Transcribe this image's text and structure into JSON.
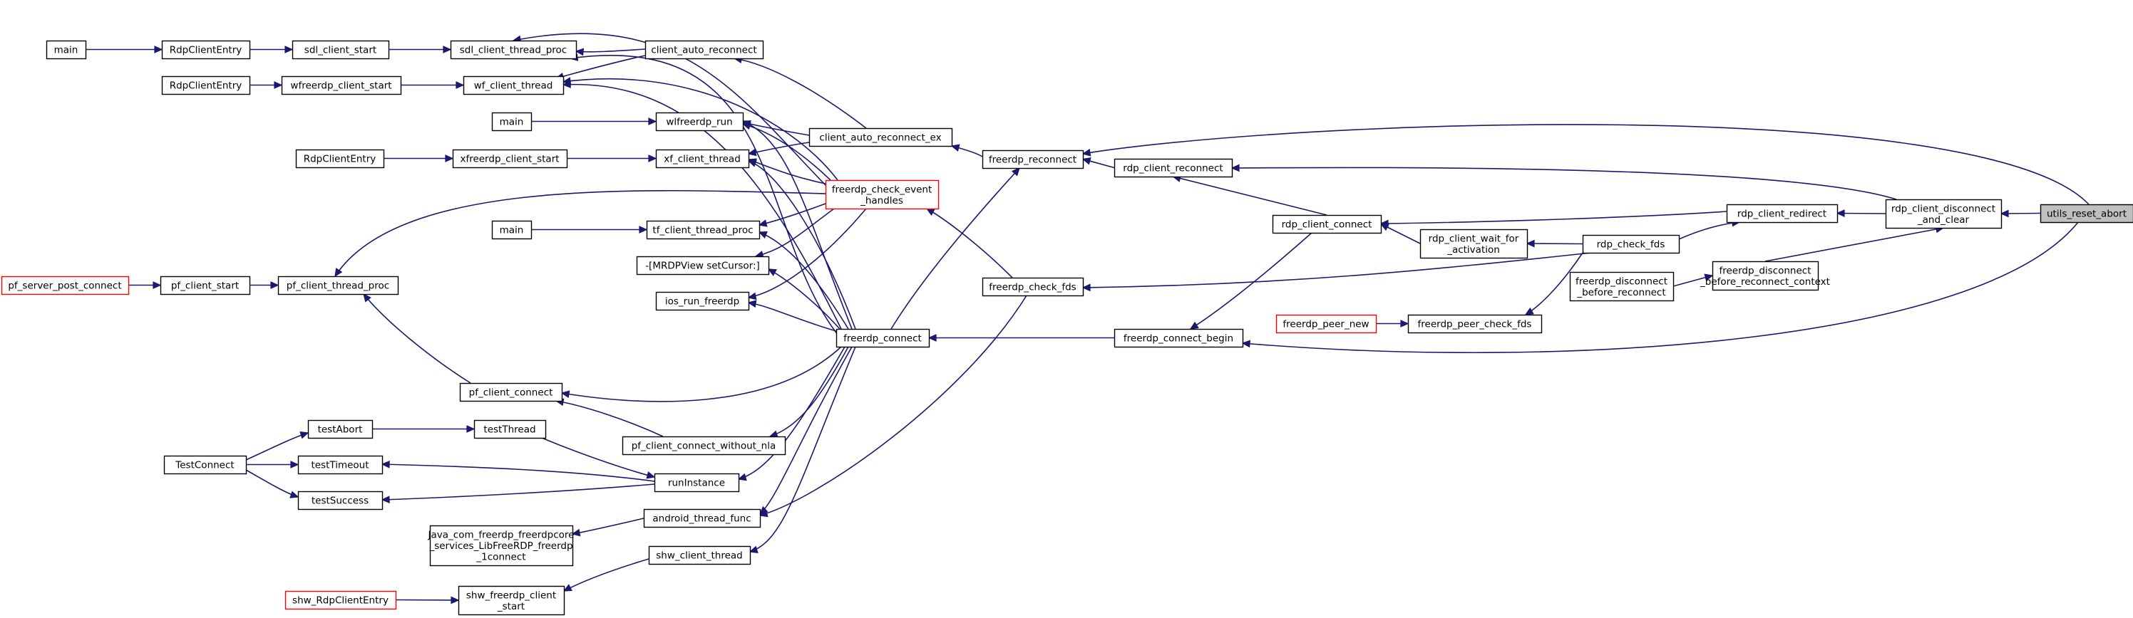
{
  "graph": {
    "nodes": [
      {
        "id": "main1",
        "lines": [
          "main"
        ]
      },
      {
        "id": "RdpClientEntry1",
        "lines": [
          "RdpClientEntry"
        ]
      },
      {
        "id": "sdl_client_start",
        "lines": [
          "sdl_client_start"
        ]
      },
      {
        "id": "sdl_client_thread_proc",
        "lines": [
          "sdl_client_thread_proc"
        ]
      },
      {
        "id": "client_auto_reconnect",
        "lines": [
          "client_auto_reconnect"
        ]
      },
      {
        "id": "RdpClientEntry2",
        "lines": [
          "RdpClientEntry"
        ]
      },
      {
        "id": "wfreerdp_client_start",
        "lines": [
          "wfreerdp_client_start"
        ]
      },
      {
        "id": "wf_client_thread",
        "lines": [
          "wf_client_thread"
        ]
      },
      {
        "id": "main2",
        "lines": [
          "main"
        ]
      },
      {
        "id": "wlfreerdp_run",
        "lines": [
          "wlfreerdp_run"
        ]
      },
      {
        "id": "client_auto_reconnect_ex",
        "lines": [
          "client_auto_reconnect_ex"
        ]
      },
      {
        "id": "RdpClientEntry3",
        "lines": [
          "RdpClientEntry"
        ]
      },
      {
        "id": "xfreerdp_client_start",
        "lines": [
          "xfreerdp_client_start"
        ]
      },
      {
        "id": "xf_client_thread",
        "lines": [
          "xf_client_thread"
        ]
      },
      {
        "id": "freerdp_reconnect",
        "lines": [
          "freerdp_reconnect"
        ]
      },
      {
        "id": "rdp_client_reconnect",
        "lines": [
          "rdp_client_reconnect"
        ]
      },
      {
        "id": "freerdp_check_event_handles",
        "lines": [
          "freerdp_check_event",
          "_handles"
        ],
        "style": "red"
      },
      {
        "id": "main3",
        "lines": [
          "main"
        ]
      },
      {
        "id": "tf_client_thread_proc",
        "lines": [
          "tf_client_thread_proc"
        ]
      },
      {
        "id": "rdp_client_connect",
        "lines": [
          "rdp_client_connect"
        ]
      },
      {
        "id": "rdp_client_redirect",
        "lines": [
          "rdp_client_redirect"
        ]
      },
      {
        "id": "rdp_client_disconnect_and_clear",
        "lines": [
          "rdp_client_disconnect",
          "_and_clear"
        ]
      },
      {
        "id": "utils_reset_abort",
        "lines": [
          "utils_reset_abort"
        ],
        "style": "current"
      },
      {
        "id": "rdp_client_wait_for_activation",
        "lines": [
          "rdp_client_wait_for",
          "_activation"
        ]
      },
      {
        "id": "rdp_check_fds",
        "lines": [
          "rdp_check_fds"
        ]
      },
      {
        "id": "MRDPView_setCursor",
        "lines": [
          "-[MRDPView setCursor:]"
        ]
      },
      {
        "id": "freerdp_disconnect_before_reconnect_context",
        "lines": [
          "freerdp_disconnect",
          "_before_reconnect_context"
        ]
      },
      {
        "id": "pf_server_post_connect",
        "lines": [
          "pf_server_post_connect"
        ],
        "style": "red"
      },
      {
        "id": "pf_client_start",
        "lines": [
          "pf_client_start"
        ]
      },
      {
        "id": "pf_client_thread_proc",
        "lines": [
          "pf_client_thread_proc"
        ]
      },
      {
        "id": "freerdp_check_fds",
        "lines": [
          "freerdp_check_fds"
        ]
      },
      {
        "id": "freerdp_disconnect_before_reconnect",
        "lines": [
          "freerdp_disconnect",
          "_before_reconnect"
        ]
      },
      {
        "id": "ios_run_freerdp",
        "lines": [
          "ios_run_freerdp"
        ]
      },
      {
        "id": "freerdp_peer_new",
        "lines": [
          "freerdp_peer_new"
        ],
        "style": "red"
      },
      {
        "id": "freerdp_peer_check_fds",
        "lines": [
          "freerdp_peer_check_fds"
        ]
      },
      {
        "id": "freerdp_connect",
        "lines": [
          "freerdp_connect"
        ]
      },
      {
        "id": "freerdp_connect_begin",
        "lines": [
          "freerdp_connect_begin"
        ]
      },
      {
        "id": "pf_client_connect",
        "lines": [
          "pf_client_connect"
        ]
      },
      {
        "id": "testAbort",
        "lines": [
          "testAbort"
        ]
      },
      {
        "id": "testThread",
        "lines": [
          "testThread"
        ]
      },
      {
        "id": "pf_client_connect_without_nla",
        "lines": [
          "pf_client_connect_without_nla"
        ]
      },
      {
        "id": "TestConnect",
        "lines": [
          "TestConnect"
        ]
      },
      {
        "id": "testTimeout",
        "lines": [
          "testTimeout"
        ]
      },
      {
        "id": "runInstance",
        "lines": [
          "runInstance"
        ]
      },
      {
        "id": "testSuccess",
        "lines": [
          "testSuccess"
        ]
      },
      {
        "id": "android_thread_func",
        "lines": [
          "android_thread_func"
        ]
      },
      {
        "id": "Java_freerdp_connect",
        "lines": [
          "Java_com_freerdp_freerdpcore",
          "_services_LibFreeRDP_freerdp",
          "_1connect"
        ]
      },
      {
        "id": "shw_client_thread",
        "lines": [
          "shw_client_thread"
        ]
      },
      {
        "id": "shw_RdpClientEntry",
        "lines": [
          "shw_RdpClientEntry"
        ],
        "style": "red"
      },
      {
        "id": "shw_freerdp_client_start",
        "lines": [
          "shw_freerdp_client",
          "_start"
        ]
      }
    ],
    "edges": [
      [
        "main1",
        "RdpClientEntry1"
      ],
      [
        "RdpClientEntry1",
        "sdl_client_start"
      ],
      [
        "sdl_client_start",
        "sdl_client_thread_proc"
      ],
      [
        "client_auto_reconnect",
        "sdl_client_thread_proc"
      ],
      [
        "freerdp_connect",
        "sdl_client_thread_proc"
      ],
      [
        "client_auto_reconnect",
        "wf_client_thread"
      ],
      [
        "RdpClientEntry2",
        "wfreerdp_client_start"
      ],
      [
        "wfreerdp_client_start",
        "wf_client_thread"
      ],
      [
        "freerdp_check_event_handles",
        "sdl_client_thread_proc"
      ],
      [
        "main2",
        "wlfreerdp_run"
      ],
      [
        "client_auto_reconnect_ex",
        "client_auto_reconnect"
      ],
      [
        "client_auto_reconnect_ex",
        "wlfreerdp_run"
      ],
      [
        "client_auto_reconnect_ex",
        "xf_client_thread"
      ],
      [
        "freerdp_reconnect",
        "client_auto_reconnect_ex"
      ],
      [
        "freerdp_check_event_handles",
        "wlfreerdp_run"
      ],
      [
        "freerdp_check_event_handles",
        "wf_client_thread"
      ],
      [
        "freerdp_check_event_handles",
        "xf_client_thread"
      ],
      [
        "freerdp_check_event_handles",
        "tf_client_thread_proc"
      ],
      [
        "freerdp_check_event_handles",
        "MRDPView_setCursor"
      ],
      [
        "freerdp_check_event_handles",
        "ios_run_freerdp"
      ],
      [
        "freerdp_check_event_handles",
        "pf_client_thread_proc"
      ],
      [
        "RdpClientEntry3",
        "xfreerdp_client_start"
      ],
      [
        "xfreerdp_client_start",
        "xf_client_thread"
      ],
      [
        "main3",
        "tf_client_thread_proc"
      ],
      [
        "rdp_client_reconnect",
        "freerdp_reconnect"
      ],
      [
        "freerdp_connect",
        "freerdp_reconnect"
      ],
      [
        "freerdp_check_fds",
        "freerdp_check_event_handles"
      ],
      [
        "rdp_client_connect",
        "rdp_client_reconnect"
      ],
      [
        "rdp_client_redirect",
        "rdp_client_connect"
      ],
      [
        "rdp_client_disconnect_and_clear",
        "rdp_client_redirect"
      ],
      [
        "rdp_client_disconnect_and_clear",
        "rdp_client_reconnect"
      ],
      [
        "utils_reset_abort",
        "rdp_client_disconnect_and_clear"
      ],
      [
        "utils_reset_abort",
        "freerdp_reconnect"
      ],
      [
        "utils_reset_abort",
        "freerdp_connect_begin"
      ],
      [
        "rdp_client_wait_for_activation",
        "rdp_client_connect"
      ],
      [
        "rdp_check_fds",
        "rdp_client_wait_for_activation"
      ],
      [
        "rdp_check_fds",
        "rdp_client_redirect"
      ],
      [
        "rdp_check_fds",
        "freerdp_check_fds"
      ],
      [
        "rdp_check_fds",
        "freerdp_peer_check_fds"
      ],
      [
        "freerdp_disconnect_before_reconnect_context",
        "rdp_client_disconnect_and_clear"
      ],
      [
        "freerdp_disconnect_before_reconnect",
        "freerdp_disconnect_before_reconnect_context"
      ],
      [
        "pf_server_post_connect",
        "pf_client_start"
      ],
      [
        "pf_client_start",
        "pf_client_thread_proc"
      ],
      [
        "freerdp_check_fds",
        "android_thread_func"
      ],
      [
        "freerdp_peer_new",
        "freerdp_peer_check_fds"
      ],
      [
        "freerdp_connect",
        "wf_client_thread"
      ],
      [
        "freerdp_connect",
        "wlfreerdp_run"
      ],
      [
        "freerdp_connect",
        "xf_client_thread"
      ],
      [
        "freerdp_connect",
        "tf_client_thread_proc"
      ],
      [
        "freerdp_connect",
        "MRDPView_setCursor"
      ],
      [
        "freerdp_connect",
        "ios_run_freerdp"
      ],
      [
        "freerdp_connect",
        "pf_client_connect"
      ],
      [
        "freerdp_connect",
        "pf_client_connect_without_nla"
      ],
      [
        "freerdp_connect",
        "runInstance"
      ],
      [
        "freerdp_connect",
        "android_thread_func"
      ],
      [
        "freerdp_connect",
        "shw_client_thread"
      ],
      [
        "freerdp_connect_begin",
        "freerdp_connect"
      ],
      [
        "rdp_client_connect",
        "freerdp_connect_begin"
      ],
      [
        "pf_client_connect",
        "pf_client_thread_proc"
      ],
      [
        "pf_client_connect_without_nla",
        "pf_client_connect"
      ],
      [
        "TestConnect",
        "testAbort"
      ],
      [
        "TestConnect",
        "testTimeout"
      ],
      [
        "TestConnect",
        "testSuccess"
      ],
      [
        "testAbort",
        "testThread"
      ],
      [
        "testThread",
        "runInstance"
      ],
      [
        "runInstance",
        "testTimeout"
      ],
      [
        "runInstance",
        "testSuccess"
      ],
      [
        "android_thread_func",
        "Java_freerdp_connect"
      ],
      [
        "shw_client_thread",
        "shw_freerdp_client_start"
      ],
      [
        "shw_RdpClientEntry",
        "shw_freerdp_client_start"
      ]
    ]
  }
}
